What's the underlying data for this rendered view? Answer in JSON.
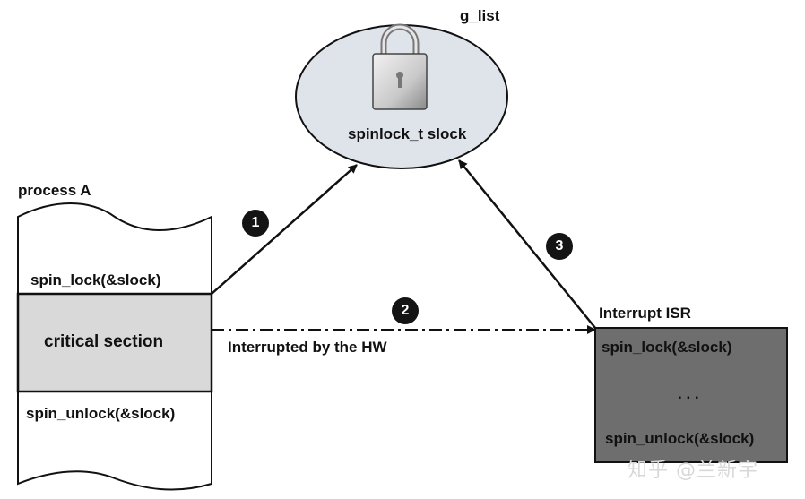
{
  "global": {
    "title": "g_list",
    "lock_label": "spinlock_t slock"
  },
  "process_a": {
    "title": "process A",
    "lock_call": "spin_lock(&slock)",
    "critical": "critical section",
    "unlock_call": "spin_unlock(&slock)"
  },
  "isr": {
    "title": "Interrupt ISR",
    "lock_call": "spin_lock(&slock)",
    "ellipsis": ". . .",
    "unlock_call": "spin_unlock(&slock)"
  },
  "steps": [
    {
      "number": "1"
    },
    {
      "number": "2",
      "caption": "Interrupted by the HW"
    },
    {
      "number": "3"
    }
  ],
  "watermark": "知乎 @兰新宇",
  "colors": {
    "ellipse_fill": "#dfe3ea",
    "critical_fill": "#d9d9d9",
    "isr_fill": "#6e6e6e",
    "badge_fill": "#141414"
  }
}
